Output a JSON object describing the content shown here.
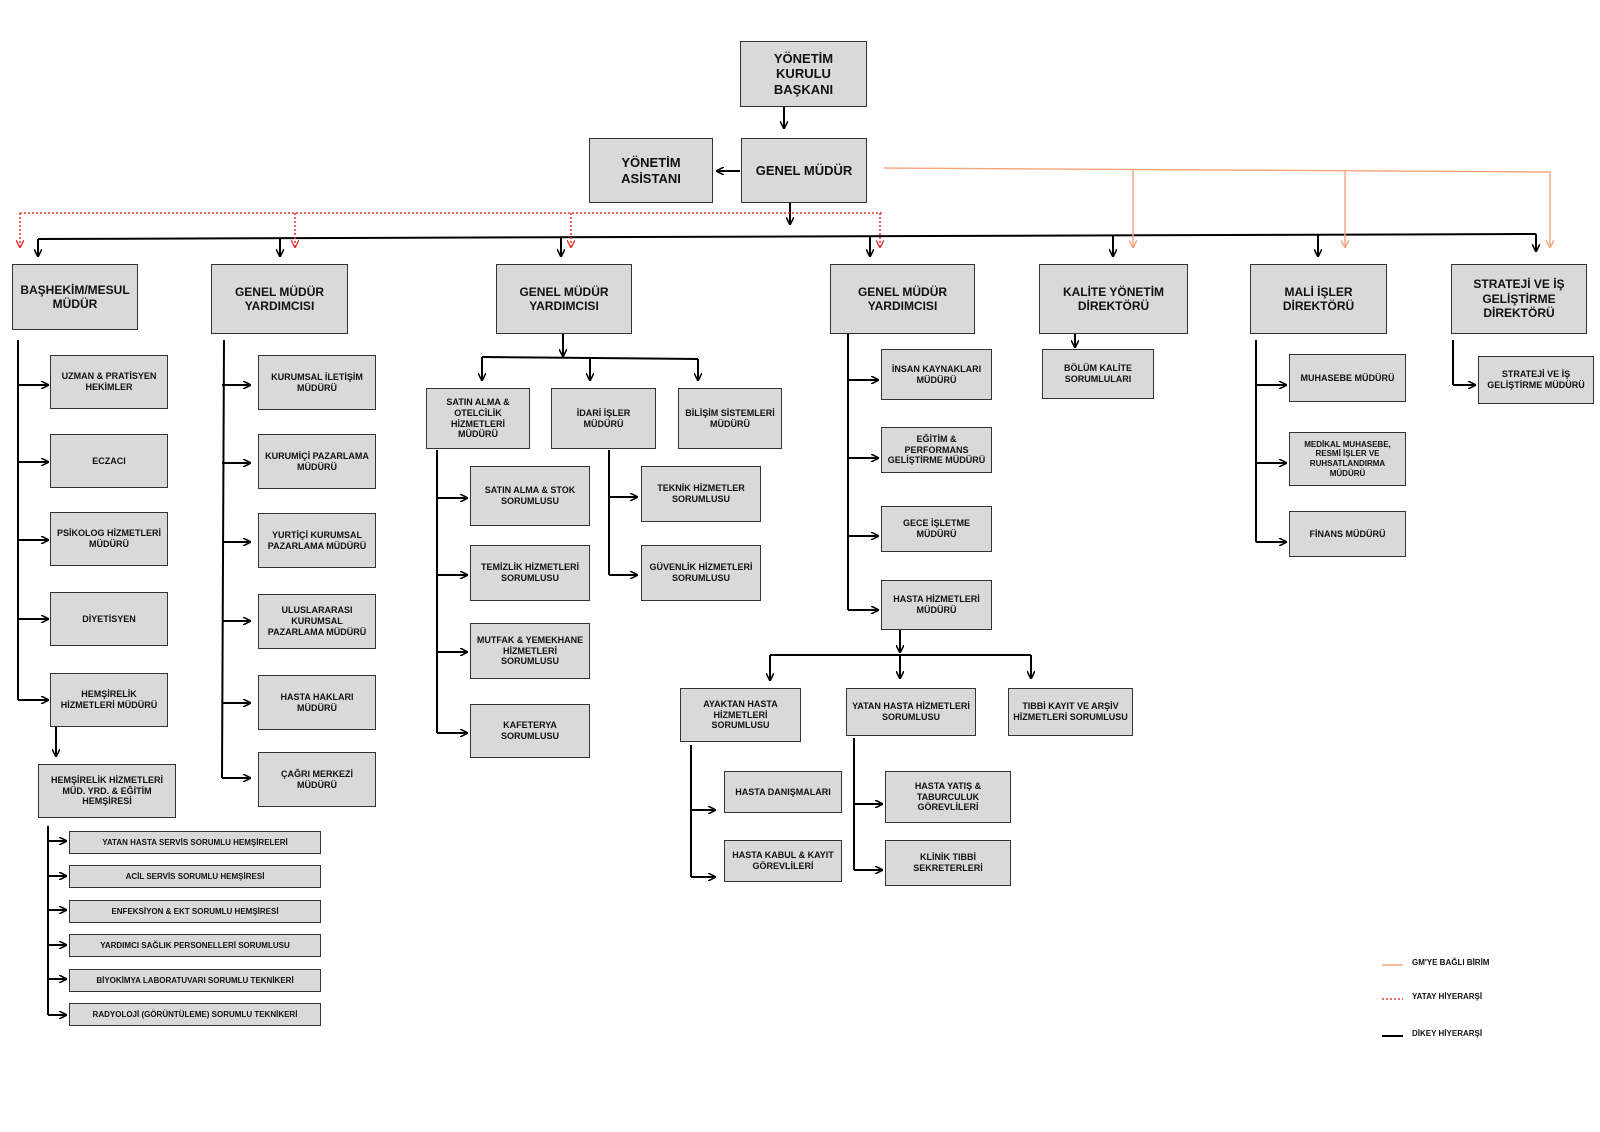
{
  "nodes": {
    "chairman": "YÖNETİM KURULU BAŞKANI",
    "assistant": "YÖNETİM ASİSTANI",
    "gm": "GENEL MÜDÜR",
    "chief_physician": "BAŞHEKİM/MESUL MÜDÜR",
    "gmy1": "GENEL MÜDÜR YARDIMCISI",
    "gmy2": "GENEL MÜDÜR YARDIMCISI",
    "gmy3": "GENEL MÜDÜR YARDIMCISI",
    "quality_dir": "KALİTE YÖNETİM DİREKTÖRÜ",
    "finance_dir": "MALİ İŞLER DİREKTÖRÜ",
    "strategy_dir": "STRATEJİ VE İŞ GELİŞTİRME DİREKTÖRÜ",
    "specialists": "UZMAN & PRATİSYEN HEKİMLER",
    "pharmacist": "ECZACI",
    "psychology": "PSİKOLOG HİZMETLERİ MÜDÜRÜ",
    "dietitian": "DİYETİSYEN",
    "nursing": "HEMŞİRELİK HİZMETLERİ MÜDÜRÜ",
    "nursing_deputy": "HEMŞİRELİK HİZMETLERİ MÜD. YRD. & EĞİTİM HEMŞİRESİ",
    "inpatient_nurses": "YATAN HASTA SERVİS SORUMLU HEMŞİRELERİ",
    "er_nurse": "ACİL SERVİS SORUMLU HEMŞİRESİ",
    "infection_nurse": "ENFEKSİYON & EKT SORUMLU HEMŞİRESİ",
    "aux_staff": "YARDIMCI SAĞLIK PERSONELLERİ SORUMLUSU",
    "biochem_tech": "BİYOKİMYA LABORATUVARI SORUMLU TEKNİKERİ",
    "radiology_tech": "RADYOLOJİ (GÖRÜNTÜLEME) SORUMLU TEKNİKERİ",
    "corp_comm": "KURUMSAL İLETİŞİM MÜDÜRÜ",
    "internal_mkt": "KURUMİÇİ PAZARLAMA MÜDÜRÜ",
    "domestic_mkt": "YURTİÇİ KURUMSAL PAZARLAMA MÜDÜRÜ",
    "intl_mkt": "ULUSLARARASI KURUMSAL PAZARLAMA MÜDÜRÜ",
    "patient_rights": "HASTA HAKLARI MÜDÜRÜ",
    "call_center": "ÇAĞRI MERKEZİ MÜDÜRÜ",
    "procurement": "SATIN ALMA & OTELCİLİK HİZMETLERİ MÜDÜRÜ",
    "admin_affairs": "İDARİ İŞLER MÜDÜRÜ",
    "it": "BİLİŞİM SİSTEMLERİ MÜDÜRÜ",
    "stock": "SATIN ALMA & STOK SORUMLUSU",
    "cleaning": "TEMİZLİK HİZMETLERİ SORUMLUSU",
    "kitchen": "MUTFAK & YEMEKHANE HİZMETLERİ SORUMLUSU",
    "cafeteria": "KAFETERYA SORUMLUSU",
    "technical": "TEKNİK HİZMETLER SORUMLUSU",
    "security": "GÜVENLİK HİZMETLERİ SORUMLUSU",
    "hr": "İNSAN KAYNAKLARI MÜDÜRÜ",
    "training": "EĞİTİM & PERFORMANS GELİŞTİRME MÜDÜRÜ",
    "night_ops": "GECE İŞLETME MÜDÜRÜ",
    "patient_services": "HASTA HİZMETLERİ MÜDÜRÜ",
    "outpatient": "AYAKTAN HASTA HİZMETLERİ SORUMLUSU",
    "inpatient_services": "YATAN HASTA HİZMETLERİ SORUMLUSU",
    "records": "TIBBİ KAYIT VE ARŞİV HİZMETLERİ SORUMLUSU",
    "patient_info": "HASTA DANIŞMALARI",
    "admission": "HASTA KABUL & KAYIT GÖREVLİLERİ",
    "discharge": "HASTA YATIŞ & TABURCULUK GÖREVLİLERİ",
    "secretaries": "KLİNİK TIBBİ SEKRETERLERİ",
    "dept_quality": "BÖLÜM KALİTE SORUMLULARI",
    "accounting": "MUHASEBE MÜDÜRÜ",
    "medical_accounting": "MEDİKAL MUHASEBE, RESMİ İŞLER VE RUHSATLANDIRMA MÜDÜRÜ",
    "finance_mgr": "FİNANS MÜDÜRÜ",
    "strategy_mgr": "STRATEJİ VE İŞ GELİŞTİRME MÜDÜRÜ"
  },
  "legend": {
    "gm_unit": "GM'YE BAĞLI BİRİM",
    "horizontal": "YATAY HİYERARŞİ",
    "vertical": "DİKEY HİYERARŞİ"
  },
  "colors": {
    "gm_unit": "#f4a57a",
    "horizontal": "#e53935",
    "vertical": "#000000",
    "box_fill": "#d9d9d9"
  }
}
